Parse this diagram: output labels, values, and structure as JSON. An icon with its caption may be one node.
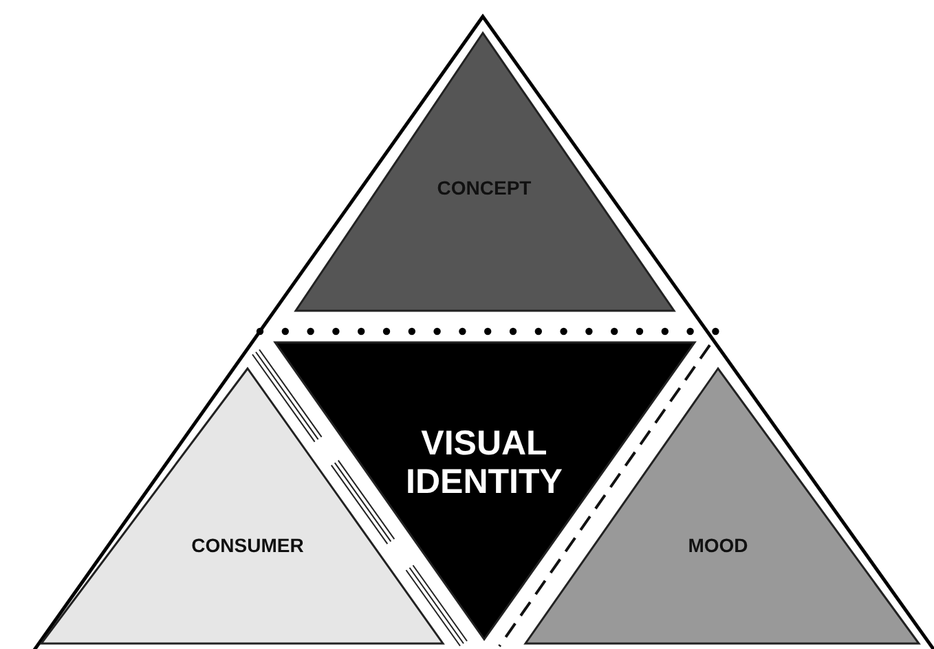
{
  "diagram": {
    "nodes": [
      {
        "text": [
          "CONCEPT"
        ]
      },
      {
        "text": [
          "VISUAL IDENTITY"
        ]
      },
      {
        "text": [
          "CONSUMER"
        ]
      },
      {
        "text": [
          "MOOD"
        ]
      }
    ]
  }
}
